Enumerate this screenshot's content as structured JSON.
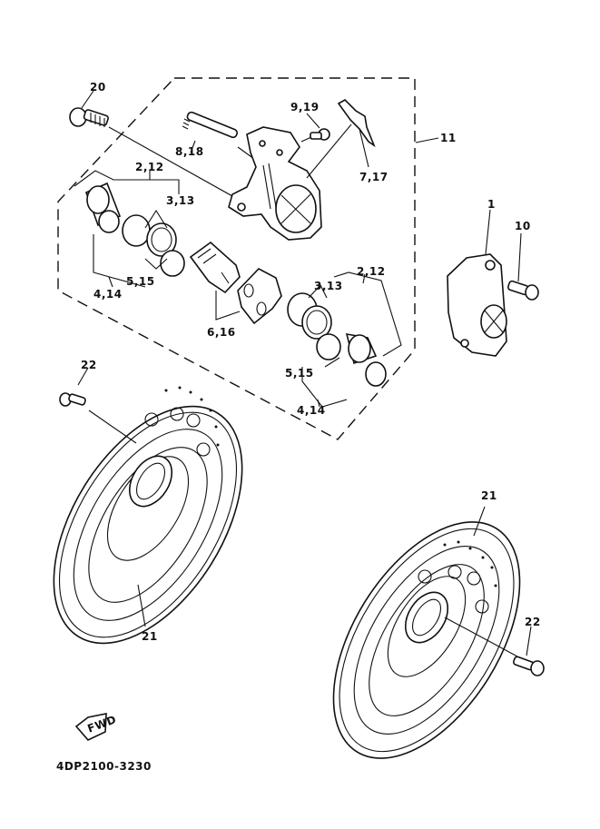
{
  "diagram": {
    "type": "exploded-parts-diagram",
    "subject": "Front brake caliper and brake discs",
    "drawing_code": "4DP2100-3230",
    "orientation_badge": "FWD",
    "callouts": [
      {
        "id": "c20",
        "text": "20",
        "part": "caliper-mount-bolt"
      },
      {
        "id": "c9_19",
        "text": "9,19",
        "part": "bleed-screw"
      },
      {
        "id": "c8_18",
        "text": "8,18",
        "part": "pad-pin"
      },
      {
        "id": "c11",
        "text": "11",
        "part": "caliper-assembly-group"
      },
      {
        "id": "c7_17",
        "text": "7,17",
        "part": "pad-spring-clip"
      },
      {
        "id": "c2_12_left",
        "text": "2,12",
        "part": "piston-kit-left"
      },
      {
        "id": "c3_13_left",
        "text": "3,13",
        "part": "piston-seal-kit-left"
      },
      {
        "id": "c5_15_left",
        "text": "5,15",
        "part": "dust-seal-left"
      },
      {
        "id": "c4_14_left",
        "text": "4,14",
        "part": "piston-left"
      },
      {
        "id": "c6_16",
        "text": "6,16",
        "part": "brake-pad-kit"
      },
      {
        "id": "c3_13_right",
        "text": "3,13",
        "part": "piston-seal-kit-right"
      },
      {
        "id": "c2_12_right",
        "text": "2,12",
        "part": "piston-kit-right"
      },
      {
        "id": "c5_15_right",
        "text": "5,15",
        "part": "dust-seal-right"
      },
      {
        "id": "c4_14_right",
        "text": "4,14",
        "part": "piston-right"
      },
      {
        "id": "c1",
        "text": "1",
        "part": "caliper-assembly"
      },
      {
        "id": "c10",
        "text": "10",
        "part": "caliper-bolt"
      },
      {
        "id": "c22_left",
        "text": "22",
        "part": "disc-bolt-left"
      },
      {
        "id": "c21_left",
        "text": "21",
        "part": "brake-disc-left"
      },
      {
        "id": "c21_right",
        "text": "21",
        "part": "brake-disc-right"
      },
      {
        "id": "c22_right",
        "text": "22",
        "part": "disc-bolt-right"
      }
    ]
  }
}
